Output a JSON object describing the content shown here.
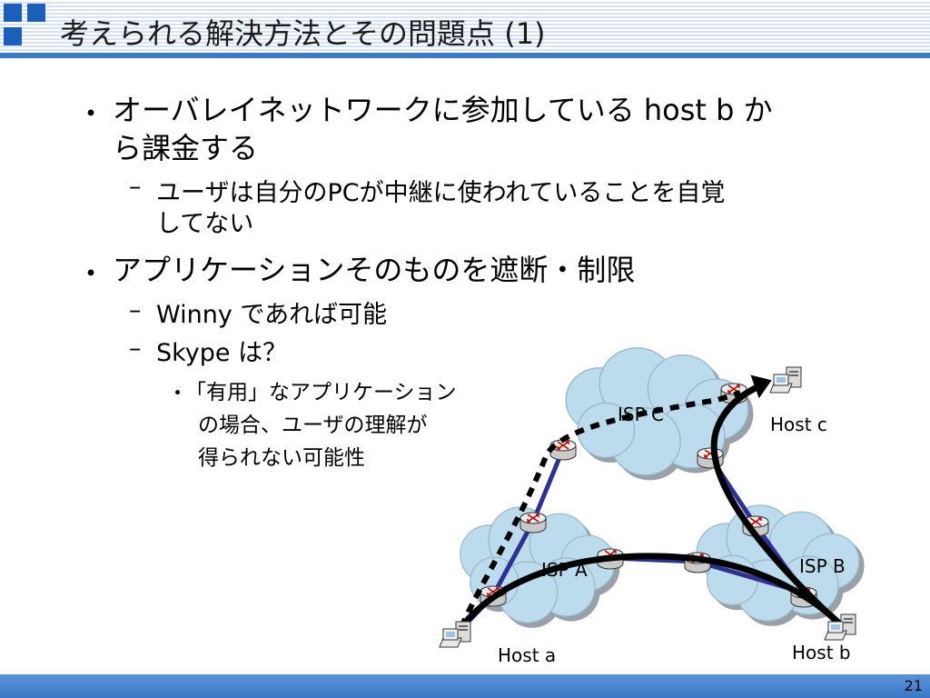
{
  "slide": {
    "title": "考えられる解決方法とその問題点 (1)",
    "page_number": "21"
  },
  "bullets": [
    {
      "marker": "・",
      "line1": "オーバレイネットワークに参加している host b か",
      "line2": "ら課金する"
    },
    {
      "marker": "–",
      "line1": "ユーザは自分のPCが中継に使われていることを自覚",
      "line2": "してない"
    },
    {
      "marker": "・",
      "line1": "アプリケーションそのものを遮断・制限"
    },
    {
      "marker": "–",
      "line1": "Winny であれば可能"
    },
    {
      "marker": "–",
      "line1": "Skype は？"
    },
    {
      "marker": "・",
      "line1": "「有用」なアプリケーション",
      "line2": "の場合、ユーザの理解が",
      "line3": "得られない可能性"
    }
  ],
  "diagram": {
    "clouds": [
      {
        "label": "ISP C"
      },
      {
        "label": "ISP A"
      },
      {
        "label": "ISP B"
      }
    ],
    "hosts": [
      {
        "label": "Host a"
      },
      {
        "label": "Host b"
      },
      {
        "label": "Host c"
      }
    ],
    "colors": {
      "cloud_fill": "#bcdcee",
      "cloud_stroke": "#9ab6c8",
      "link": "#2e3192",
      "path": "#000000",
      "accent": "#3a78c8"
    }
  }
}
